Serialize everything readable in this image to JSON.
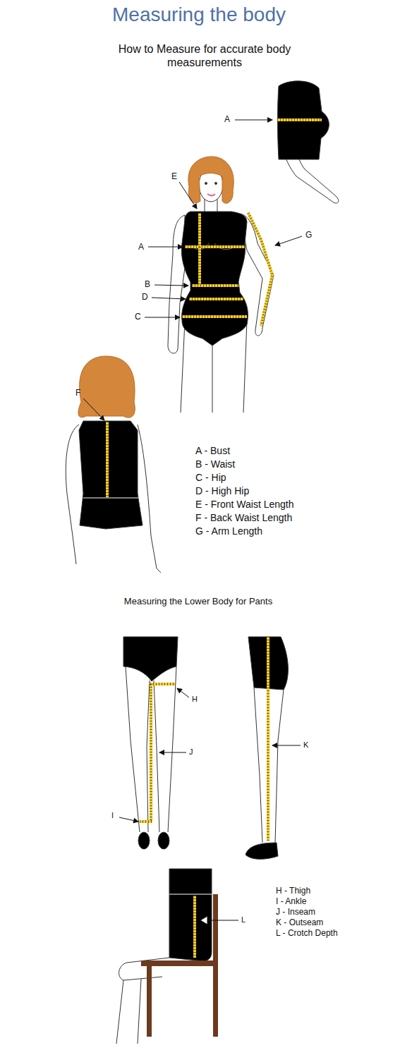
{
  "diagram": {
    "title": "Measuring the body",
    "labels": [
      "How to Measure for accurate body measurements",
      "A",
      "E",
      "A",
      "G",
      "B",
      "D",
      "C",
      "F",
      "A - Bust",
      "B - Waist",
      "C - Hip",
      "D - High Hip",
      "E - Front Waist Length",
      "F - Back Waist Length",
      "G - Arm Length",
      "Measuring the Lower Body for Pants",
      "H",
      "J",
      "I",
      "K",
      "L",
      "H - Thigh",
      "I - Ankle",
      "J - Inseam",
      "K - Outseam",
      "L - Crotch Depth"
    ]
  }
}
